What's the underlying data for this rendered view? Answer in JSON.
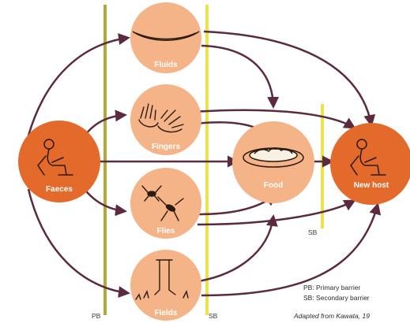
{
  "nodes": {
    "source": "Faeces",
    "fluids": "Fluids",
    "fingers": "Fingers",
    "flies": "Flies",
    "fields": "Fields",
    "food": "Food",
    "host": "New host"
  },
  "barriers": {
    "primary_tag": "PB",
    "secondary_tag_bottom": "SB",
    "secondary_tag_right": "SB"
  },
  "legend": {
    "primary": "PB: Primary barrier",
    "secondary": "SB: Secondary barrier"
  },
  "source_note": "Adapted from Kawata, 19",
  "colors": {
    "dark_node": "#e36a2a",
    "light_node": "#f5b487",
    "arrow": "#5b2a3e",
    "barrier_primary": "#b5a83a",
    "barrier_secondary": "#ece24a"
  }
}
